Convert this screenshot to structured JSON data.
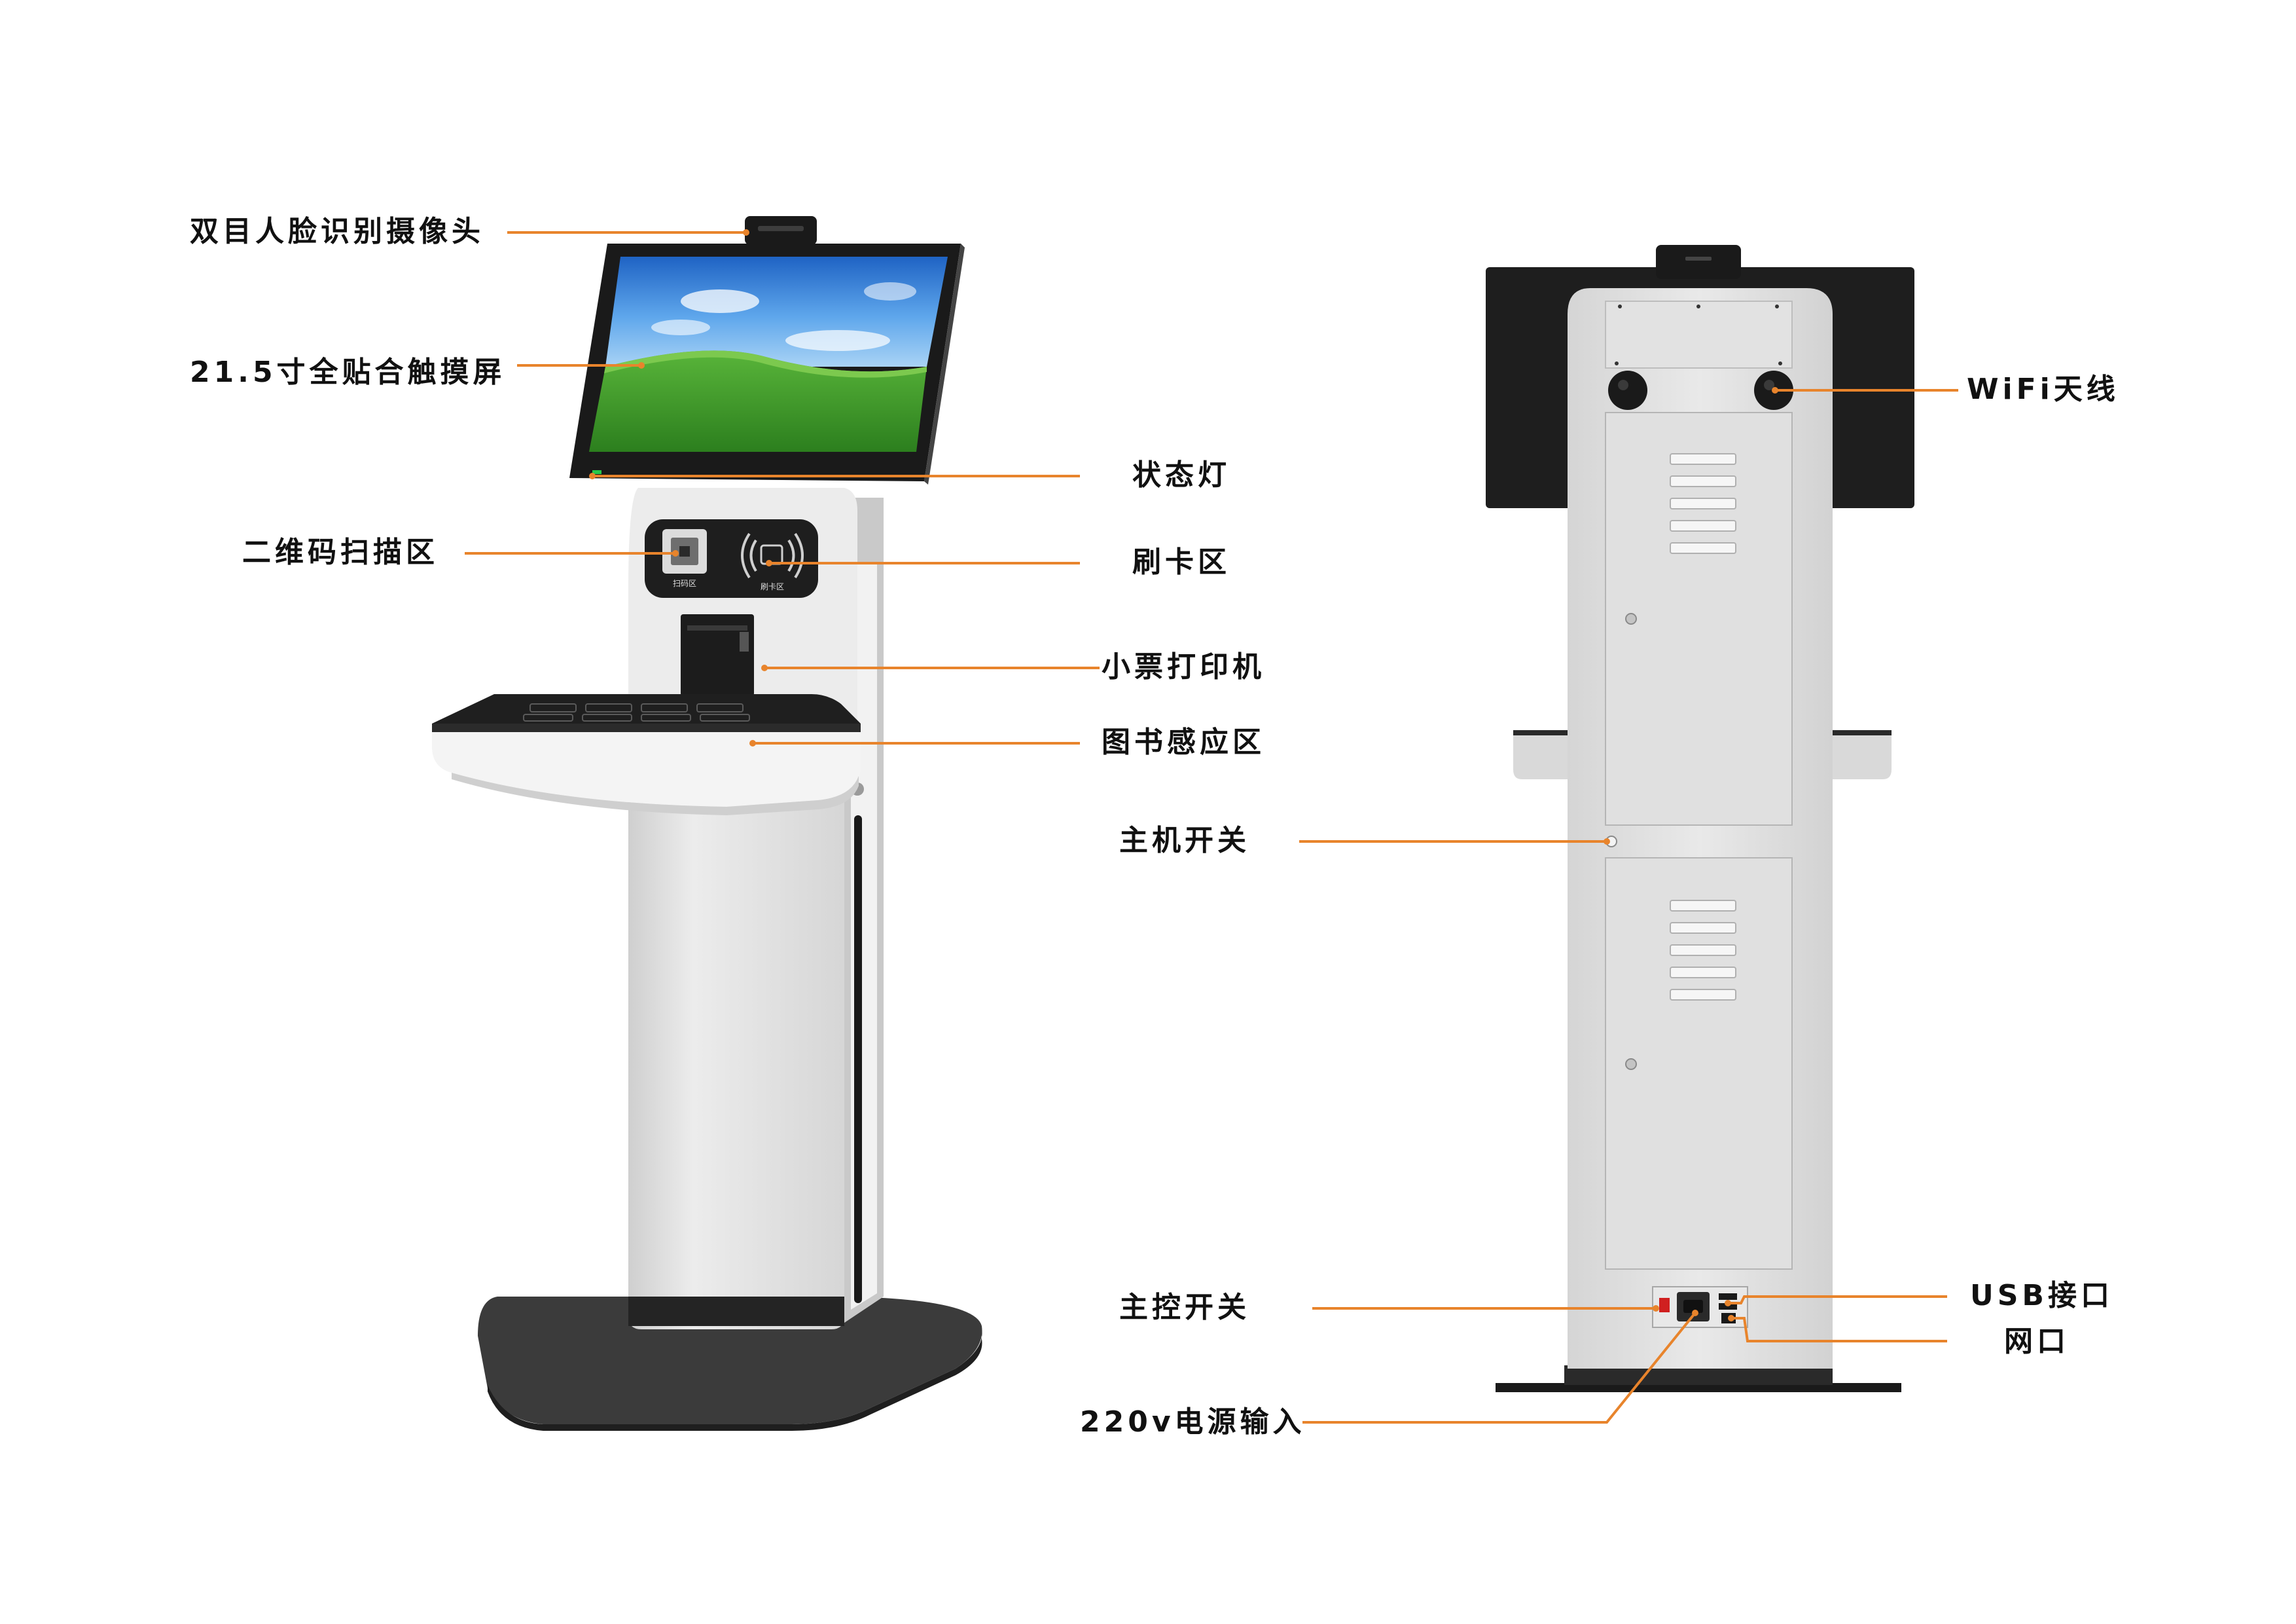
{
  "labels": {
    "camera": "双目人脸识别摄像头",
    "touchscreen": "21.5寸全贴合触摸屏",
    "status_light": "状态灯",
    "qr_scan": "二维码扫描区",
    "card_swipe": "刷卡区",
    "printer": "小票打印机",
    "book_sensor": "图书感应区",
    "host_switch": "主机开关",
    "wifi_antenna": "WiFi天线",
    "main_switch": "主控开关",
    "power_input": "220v电源输入",
    "usb_port": "USB接口",
    "network_port": "网口"
  },
  "device_text": {
    "qr_caption": "扫码区",
    "card_caption": "刷卡区"
  },
  "colors": {
    "leader_line": "#E8842C",
    "body": "#E4E4E4",
    "panel_dark": "#1E1E1E",
    "screen_sky": "#2F7FD6",
    "screen_grass": "#3E9B2A"
  }
}
